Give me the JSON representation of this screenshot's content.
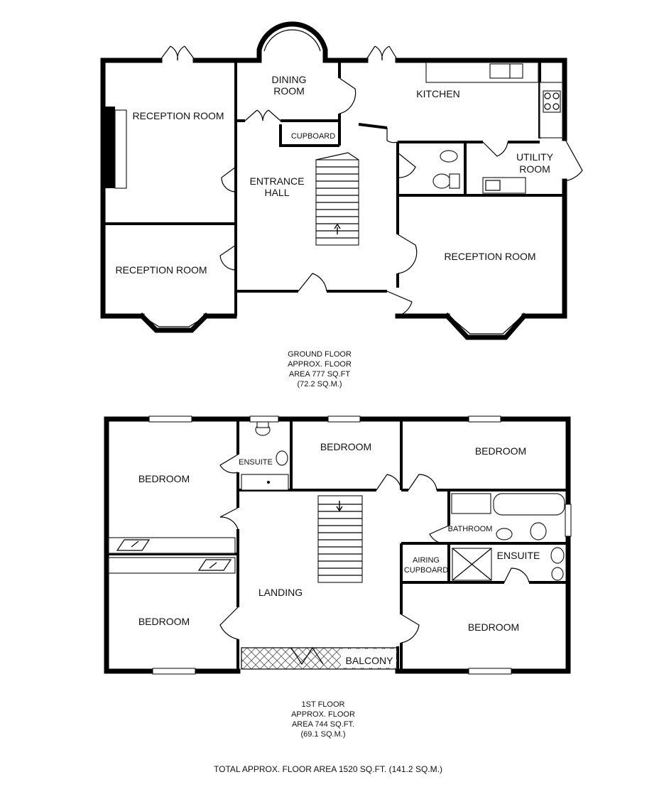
{
  "ground_floor": {
    "rooms": {
      "reception_left_top": "RECEPTION ROOM",
      "dining_line1": "DINING",
      "dining_line2": "ROOM",
      "kitchen": "KITCHEN",
      "cupboard": "CUPBOARD",
      "entrance_line1": "ENTRANCE",
      "entrance_line2": "HALL",
      "utility_line1": "UTILITY",
      "utility_line2": "ROOM",
      "reception_left_bottom": "RECEPTION ROOM",
      "reception_right": "RECEPTION ROOM"
    },
    "area": [
      "GROUND FLOOR",
      "APPROX. FLOOR",
      "AREA 777 SQ.FT",
      "(72.2 SQ.M.)"
    ]
  },
  "first_floor": {
    "rooms": {
      "bedroom_top_left": "BEDROOM",
      "ensuite_top": "ENSUITE",
      "bedroom_top_middle": "BEDROOM",
      "bedroom_top_right": "BEDROOM",
      "bathroom": "BATHROOM",
      "airing_line1": "AIRING",
      "airing_line2": "CUPBOARD",
      "ensuite_right": "ENSUITE",
      "landing": "LANDING",
      "bedroom_bottom_left": "BEDROOM",
      "bedroom_bottom_right": "BEDROOM",
      "balcony": "BALCONY"
    },
    "area": [
      "1ST FLOOR",
      "APPROX. FLOOR",
      "AREA 744 SQ.FT.",
      "(69.1 SQ.M.)"
    ]
  },
  "total_area": "TOTAL APPROX. FLOOR AREA 1520 SQ.FT. (141.2 SQ.M.)"
}
